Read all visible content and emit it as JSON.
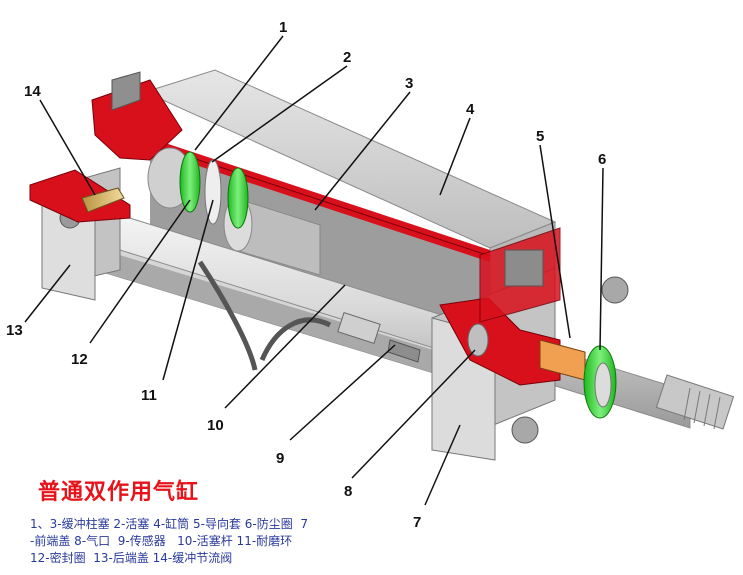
{
  "title": "普通双作用气缸",
  "legend": {
    "line1": "1、3-缓冲柱塞 2-活塞 4-缸筒 5-导向套 6-防尘圈  7",
    "line2": "-前端盖 8-气口  9-传感器   10-活塞杆 11-耐磨环",
    "line3": "12-密封圈  13-后端盖 14-缓冲节流阀"
  },
  "callouts": [
    "1",
    "2",
    "3",
    "4",
    "5",
    "6",
    "7",
    "8",
    "9",
    "10",
    "11",
    "12",
    "13",
    "14"
  ],
  "colors": {
    "title": "#e8121b",
    "legend": "#2a3a9c",
    "section_red": "#d8101c",
    "seal_green": "#35d135",
    "body_grey": "#c9c9c9"
  }
}
